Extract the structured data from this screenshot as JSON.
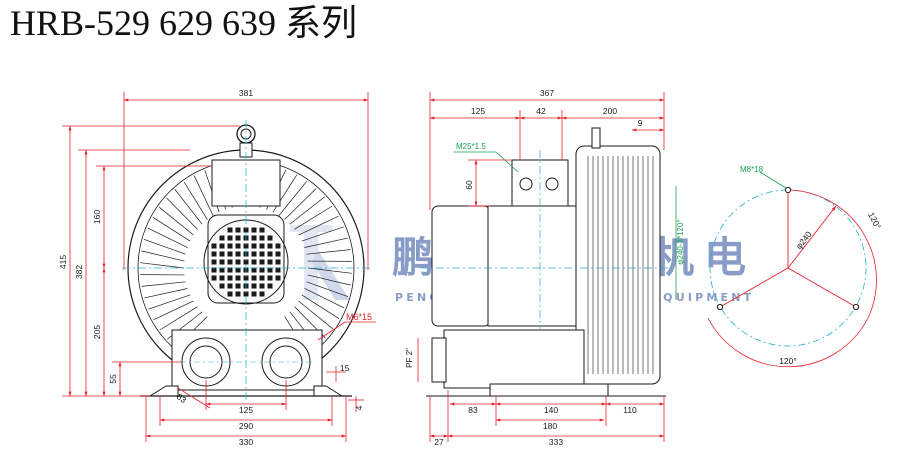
{
  "title": "HRB-529  629  639  系列",
  "colors": {
    "dimension": "#e8202a",
    "center": "#22b0c8",
    "outline": "#1a1a1a",
    "watermark": "#2a4d9a"
  },
  "front_view": {
    "width_top": "381",
    "height_total": "415",
    "height_382": "382",
    "height_160": "160",
    "height_205": "205",
    "height_55": "55",
    "dim_125": "125",
    "dim_290": "290",
    "dim_330": "330",
    "dim_15": "15",
    "dim_4": "4",
    "dim_83": "83",
    "bolt_label": "M6*15"
  },
  "side_view": {
    "width_top": "367",
    "dim_125": "125",
    "dim_42": "42",
    "dim_200": "200",
    "dim_9": "9",
    "dim_60": "60",
    "thread_label": "M25*1.5",
    "port_label": "PF 2\"",
    "flange_label": "φ240-3*120°",
    "dim_83": "83",
    "dim_140": "140",
    "dim_110": "110",
    "dim_180": "180",
    "dim_27": "27",
    "dim_333": "333"
  },
  "flange_view": {
    "bolt_label": "M8*18",
    "diameter_label": "φ240",
    "angle_top": "120°",
    "angle_bottom": "120°"
  },
  "watermark": {
    "chinese": "鹏都鑫国际机电",
    "english": "PENGDUXIN INTERNATIONAL EQUIPMENT"
  }
}
